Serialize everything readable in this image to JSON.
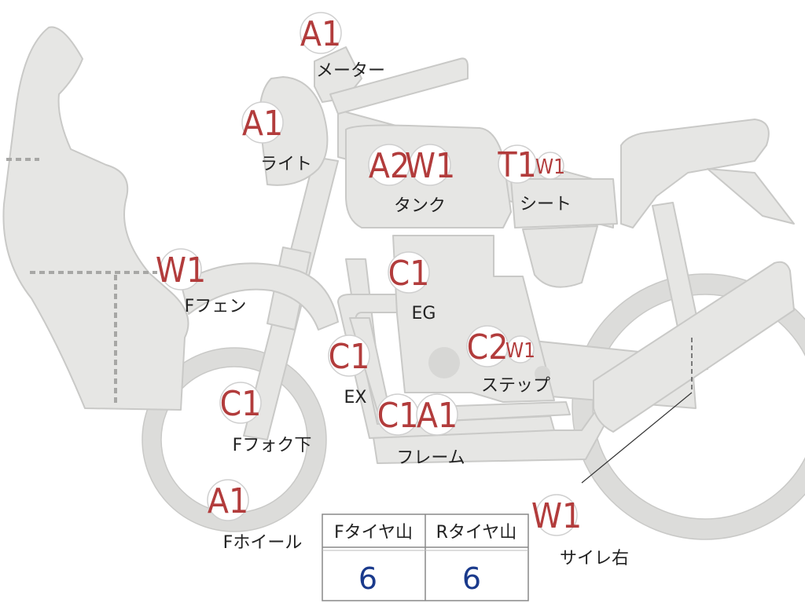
{
  "colors": {
    "body_fill": "#e6e6e4",
    "body_stroke": "#c9c9c7",
    "grade_red": "#b23c3c",
    "value_blue": "#1a3a8c"
  },
  "parts": {
    "meter": {
      "grade": "A1",
      "label": "メーター"
    },
    "light": {
      "grade": "A1",
      "label": "ライト"
    },
    "tank": {
      "grade_a": "A2",
      "grade_b": "W1",
      "label": "タンク"
    },
    "seat": {
      "grade_a": "T1",
      "grade_b": "W1",
      "label": "シート"
    },
    "ffender": {
      "grade": "W1",
      "label": "Fフェン"
    },
    "engine": {
      "grade": "C1",
      "label": "EG"
    },
    "exhaust": {
      "grade": "C1",
      "label": "EX"
    },
    "step": {
      "grade_a": "C2",
      "grade_b": "W1",
      "label": "ステップ"
    },
    "ffork": {
      "grade": "C1",
      "label": "Fフォク下"
    },
    "frame": {
      "grade_a": "C1",
      "grade_b": "A1",
      "label": "フレーム"
    },
    "fwheel": {
      "grade": "A1",
      "label": "Fホイール"
    },
    "muffler": {
      "grade": "W1",
      "label": "サイレ右"
    }
  },
  "tire_table": {
    "front_header": "Fタイヤ山",
    "rear_header": "Rタイヤ山",
    "front_value": "6",
    "rear_value": "6"
  }
}
